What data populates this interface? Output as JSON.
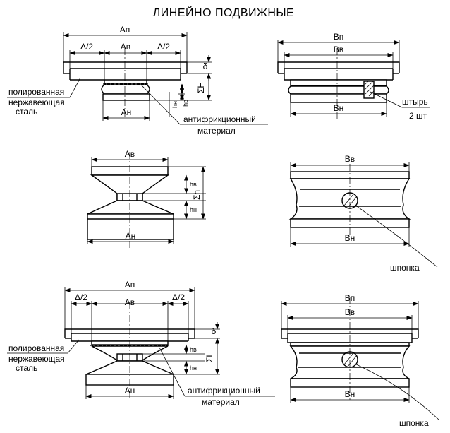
{
  "title": "ЛИНЕЙНО ПОДВИЖНЫЕ",
  "labels": {
    "An": "Ап",
    "Bn": "Вп",
    "Av": "Ав",
    "Bv": "Вв",
    "Anz": "Ан",
    "Bnz": "Вн",
    "delta_half": "Δ/2",
    "delta": "δ",
    "sigmaH": "ΣН",
    "sigmah": "Σh",
    "hv": "hв",
    "hn": "hн"
  },
  "notes": {
    "polished_line1": "полированная",
    "polished_line2": "нержавеющая",
    "polished_line3": "сталь",
    "antifriction_line1": "антифрикционный",
    "antifriction_line2": "материал",
    "pin_line1": "штырь",
    "pin_line2": "2 шт",
    "key": "шпонка"
  }
}
